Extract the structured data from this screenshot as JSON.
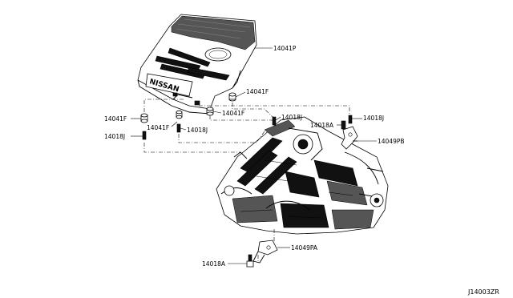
{
  "diagram": {
    "reference_code": "J14003ZR",
    "cover_logo": "NISSAN",
    "part_labels": {
      "cover": "14041P",
      "grommet_right": "14041F",
      "grommet_center": "14041F",
      "grommet_left": "14041F",
      "grommet_lower": "14041F",
      "stud_center_top": "14018J",
      "stud_right": "14018J",
      "stud_left": "14018J",
      "stud_lower": "14018J",
      "bolt_upper": "14018A",
      "bracket_upper": "14049PB",
      "bracket_lower": "14049PA",
      "bolt_lower": "14018A"
    }
  }
}
